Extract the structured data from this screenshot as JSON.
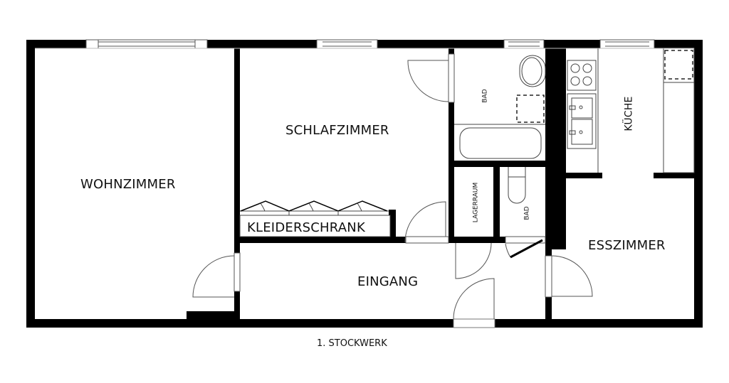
{
  "floor_plan": {
    "caption": "1. STOCKWERK",
    "rooms": {
      "wohnzimmer": "WOHNZIMMER",
      "schlafzimmer": "SCHLAFZIMMER",
      "kleiderschrank": "KLEIDERSCHRANK",
      "bad_main": "BAD",
      "kueche": "KÜCHE",
      "lagerraum": "LAGERRAUM",
      "bad_small": "BAD",
      "eingang": "EINGANG",
      "esszimmer": "ESSZIMMER"
    },
    "colors": {
      "wall": "#000000",
      "line": "#555555",
      "background": "#ffffff"
    }
  }
}
